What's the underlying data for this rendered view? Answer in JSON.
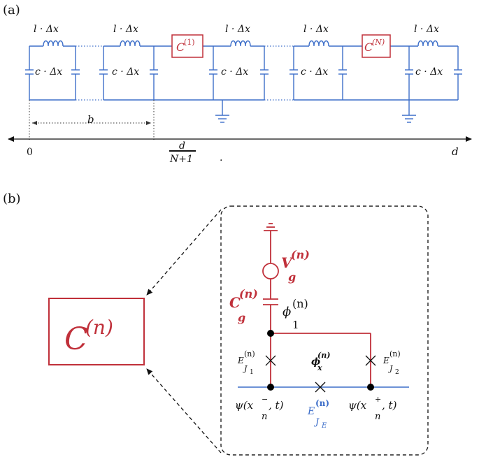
{
  "panel_a": {
    "label": "(a)",
    "inductor_label": "l · Δx",
    "capacitor_label": "c · Δx",
    "junction_1": "C",
    "junction_1_sup": "(1)",
    "junction_N": "C",
    "junction_N_sup": "(N)",
    "spacing_label": "b",
    "axis_start": "0",
    "axis_mid_num": "d",
    "axis_mid_den": "N+1",
    "axis_end": "d",
    "dot": "."
  },
  "panel_b": {
    "label": "(b)",
    "big_box_main": "C",
    "big_box_sup": "(n)",
    "vg_main": "V",
    "vg_sup": "(n)",
    "vg_sub": "g",
    "cg_main": "C",
    "cg_sup": "(n)",
    "cg_sub": "g",
    "phi_main": "ϕ",
    "phi_sup": "(n)",
    "phi_sub": "1",
    "ej1_main": "E",
    "ej1_sup": "(n)",
    "ej1_sub": "J",
    "ej1_subsub": "1",
    "ej2_main": "E",
    "ej2_sup": "(n)",
    "ej2_sub": "J",
    "ej2_subsub": "2",
    "phix_main": "ϕ",
    "phix_sup": "(n)",
    "phix_sub": "x",
    "eje_main": "E",
    "eje_sup": "(n)",
    "eje_sub": "J",
    "eje_subsub": "E",
    "psi_left": "ψ(x",
    "psi_left_sup": "−",
    "psi_left_sub": "n",
    "psi_left_tail": ", t)",
    "psi_right": "ψ(x",
    "psi_right_sup": "+",
    "psi_right_sub": "n",
    "psi_right_tail": ", t)"
  },
  "colors": {
    "blue": "#3d6ec9",
    "red": "#c0303a",
    "black": "#111111"
  }
}
